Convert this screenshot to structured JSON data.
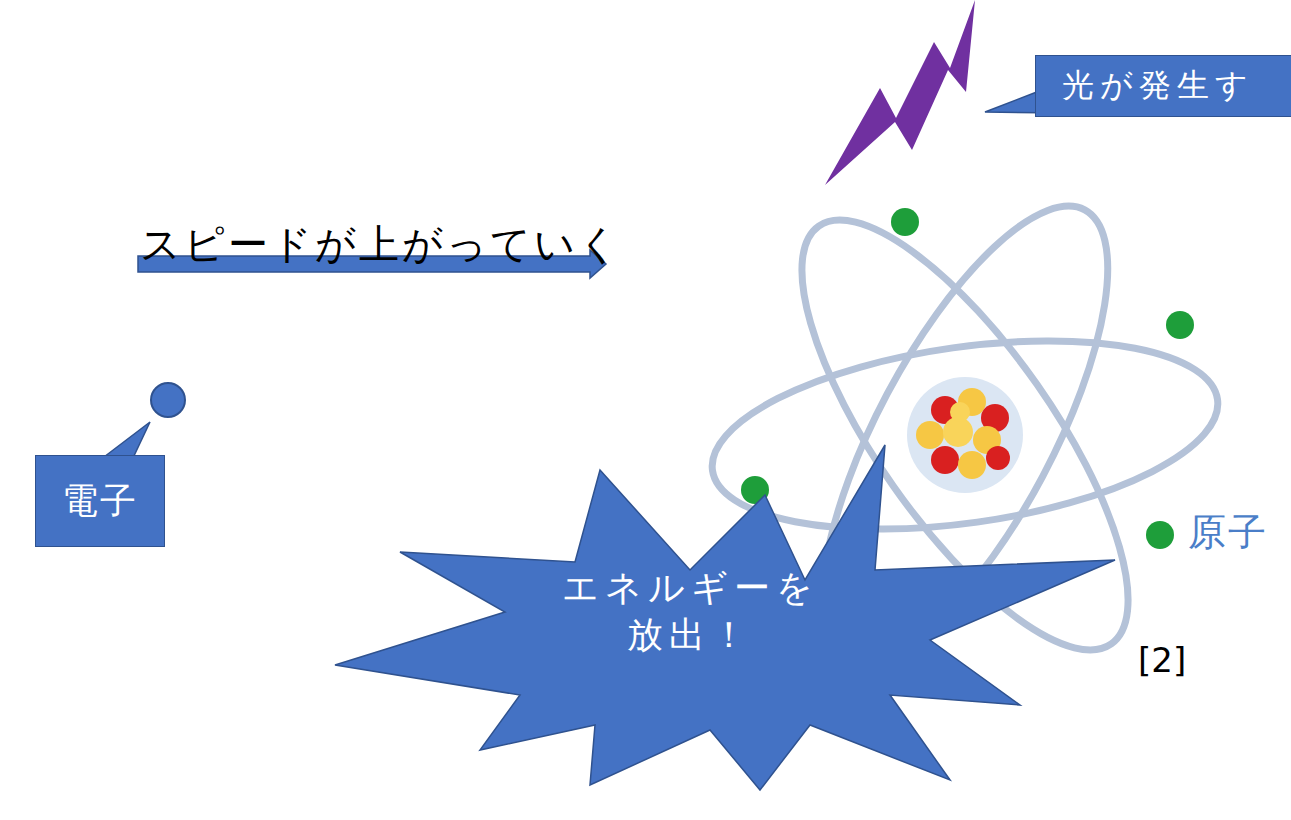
{
  "diagram": {
    "nodes": [
      {
        "text": [
          "光が発生す"
        ]
      },
      {
        "text": [
          "電子"
        ]
      },
      {
        "text": [
          "エネルギーを 放出！"
        ]
      }
    ],
    "labels": [
      "スピードが上がっていく",
      "原子",
      "[2]"
    ]
  }
}
